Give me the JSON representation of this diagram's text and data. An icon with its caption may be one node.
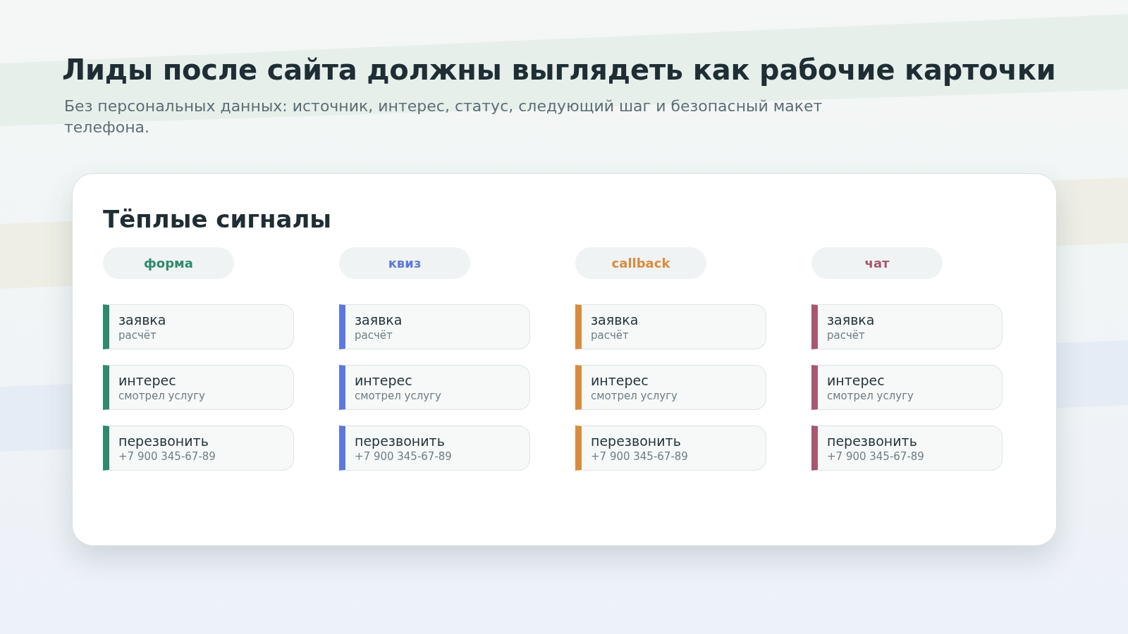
{
  "diagram": {
    "title": "Лиды после сайта должны выглядеть как рабочие карточки",
    "nodes": [
      {
        "text": [
          "Тёплые сигналы"
        ]
      },
      {
        "text": [
          "форма"
        ],
        "in": 0
      },
      {
        "text": [
          "квиз"
        ],
        "in": 0
      },
      {
        "text": [
          "callback"
        ],
        "in": 0
      },
      {
        "text": [
          "чат"
        ],
        "in": 0
      },
      {
        "text": [
          "заявка",
          "расчёт"
        ],
        "in": 0
      },
      {
        "text": [
          "заявка",
          "расчёт"
        ],
        "in": 0
      },
      {
        "text": [
          "заявка",
          "расчёт"
        ],
        "in": 0
      },
      {
        "text": [
          "заявка",
          "расчёт"
        ],
        "in": 0
      },
      {
        "text": [
          "интерес",
          "смотрел услугу"
        ],
        "in": 0
      },
      {
        "text": [
          "интерес",
          "смотрел услугу"
        ],
        "in": 0
      },
      {
        "text": [
          "интерес",
          "смотрел услугу"
        ],
        "in": 0
      },
      {
        "text": [
          "интерес",
          "смотрел услугу"
        ],
        "in": 0
      },
      {
        "text": [
          "перезвонить",
          "+7 900 345-67-89"
        ],
        "in": 0
      },
      {
        "text": [
          "перезвонить",
          "+7 900 345-67-89"
        ],
        "in": 0
      },
      {
        "text": [
          "перезвонить",
          "+7 900 345-67-89"
        ],
        "in": 0
      },
      {
        "text": [
          "перезвонить",
          "+7 900 345-67-89"
        ],
        "in": 0
      }
    ],
    "labels": [
      "Без персональных данных: источник, интерес, статус, следующий шаг и безопасный макет телефона."
    ]
  }
}
